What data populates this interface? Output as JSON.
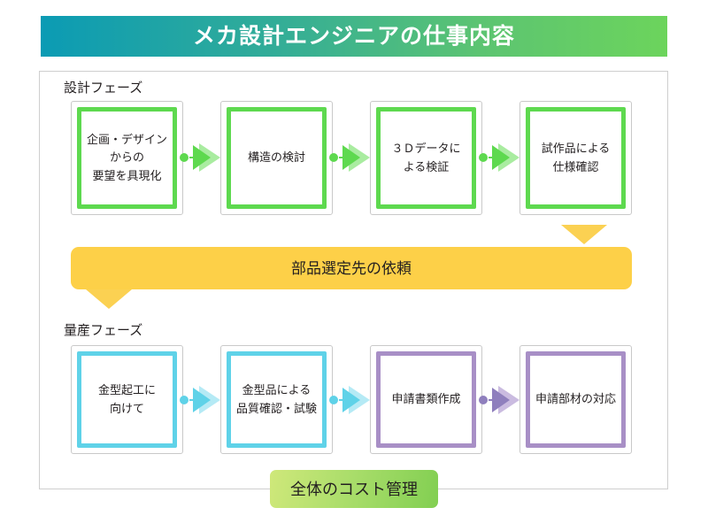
{
  "banner": {
    "title": "メカ設計エンジニアの仕事内容",
    "gradient_from": "#0b9bb4",
    "gradient_to": "#6cd45c"
  },
  "diagram": {
    "design_phase": {
      "label": "設計フェーズ",
      "accent_color": "#5ed94f",
      "steps": [
        {
          "text": "企画・デザイン\nからの\n要望を具現化"
        },
        {
          "text": "構造の検討"
        },
        {
          "text": "３Ｄデータに\nよる検証"
        },
        {
          "text": "試作品による\n仕様確認"
        }
      ]
    },
    "connector": {
      "text": "部品選定先の依頼",
      "color": "#fdd048",
      "arrow_color": "#fbd152"
    },
    "massprod_phase": {
      "label": "量産フェーズ",
      "accent_color_a": "#5fd2e8",
      "accent_color_b": "#a88fc6",
      "steps": [
        {
          "text": "金型起工に\n向けて",
          "accent": "cyan"
        },
        {
          "text": "金型品による\n品質確認・試験",
          "accent": "cyan"
        },
        {
          "text": "申請書類作成",
          "accent": "purple"
        },
        {
          "text": "申請部材の対応",
          "accent": "purple"
        }
      ]
    },
    "footer": {
      "text": "全体のコスト管理",
      "gradient_from": "#cfe87a",
      "gradient_to": "#82cf52"
    }
  }
}
